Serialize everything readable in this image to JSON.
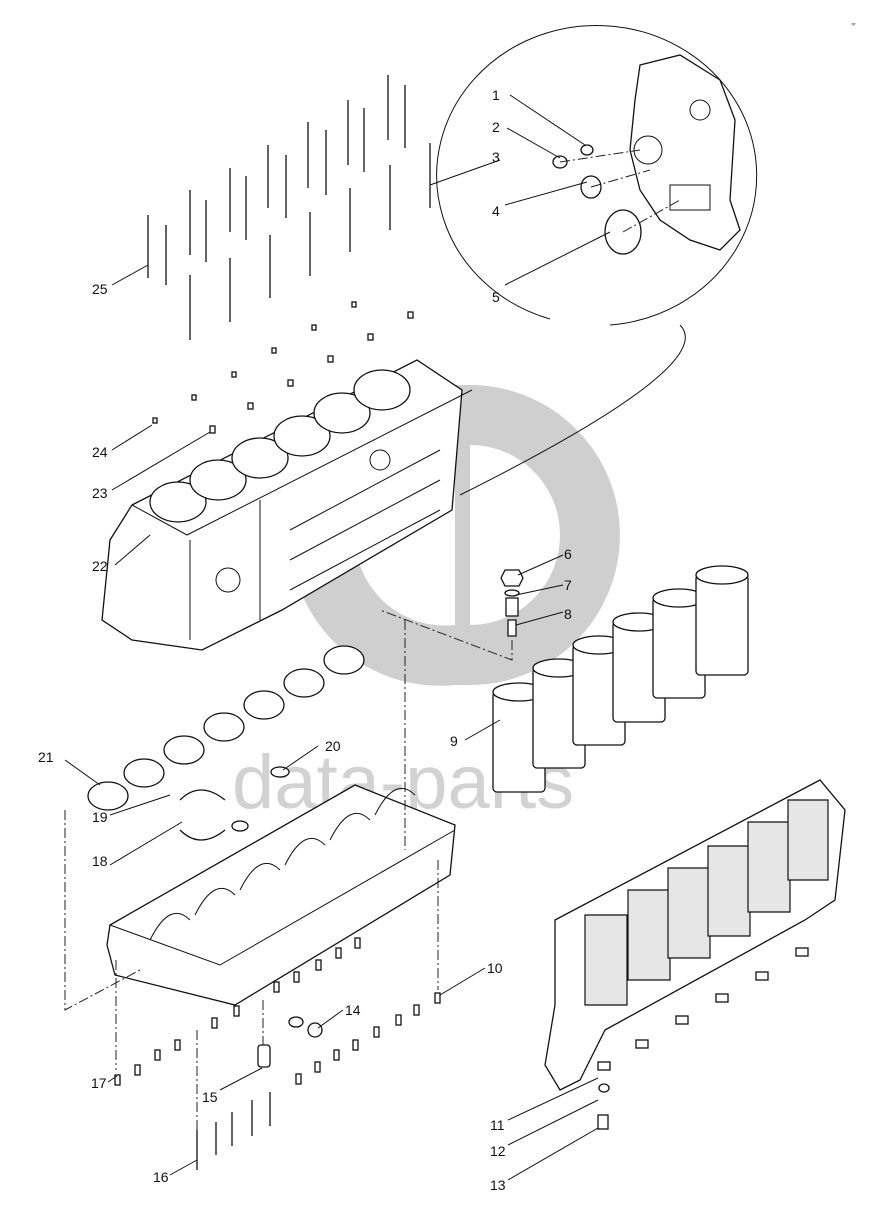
{
  "watermark": {
    "text": "data-parts"
  },
  "corner_mark": "‴",
  "callouts": [
    "1",
    "2",
    "3",
    "4",
    "5",
    "6",
    "7",
    "8",
    "9",
    "10",
    "11",
    "12",
    "13",
    "14",
    "15",
    "16",
    "17",
    "18",
    "19",
    "20",
    "21",
    "22",
    "23",
    "24",
    "25"
  ],
  "colors": {
    "line": "#111111",
    "watermark": "#cfcfcf",
    "background": "#ffffff"
  }
}
